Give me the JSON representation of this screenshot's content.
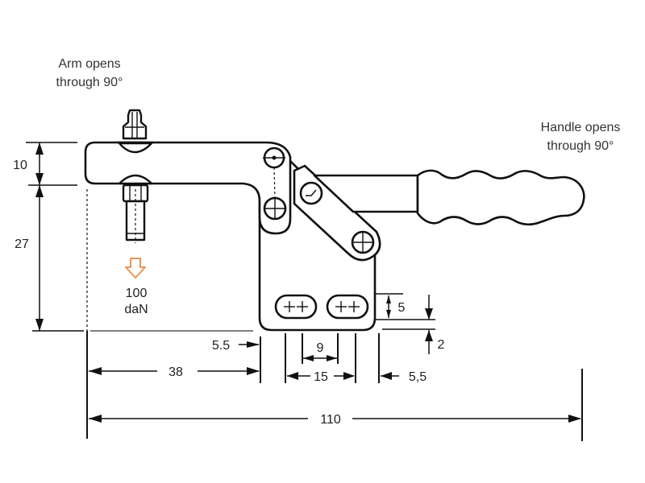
{
  "diagram": {
    "subject": "Horizontal toggle clamp dimension drawing",
    "annotations": {
      "arm_note": [
        "Arm opens",
        "through 90°"
      ],
      "handle_note": [
        "Handle opens",
        "through 90°"
      ],
      "force": {
        "value": "100",
        "unit": "daN",
        "arrow_color": "#e8955a"
      }
    },
    "dimensions": {
      "arm_thickness": "10",
      "spindle_height": "27",
      "arm_reach": "38",
      "spindle_to_base_offset": "5.5",
      "slot_pitch": "9",
      "slot_span": "15",
      "base_edge_offset": "5,5",
      "slot_height": "5",
      "base_thickness": "2",
      "overall_length": "110"
    },
    "colors": {
      "line": "#111111",
      "text": "#222222",
      "force_arrow": "#e8955a"
    }
  }
}
